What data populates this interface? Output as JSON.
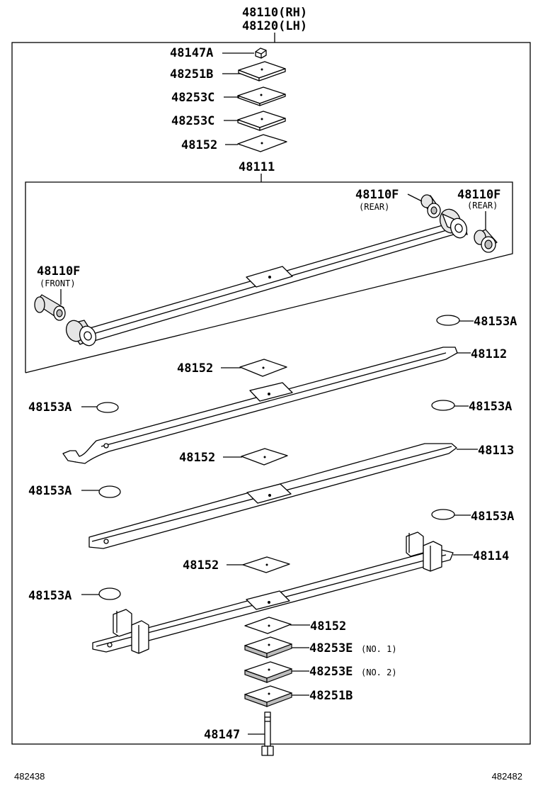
{
  "header": {
    "part_rh": "48110(RH)",
    "part_lh": "48120(LH)"
  },
  "labels": {
    "l48147A": "48147A",
    "l48251B_top": "48251B",
    "l48253C_1": "48253C",
    "l48253C_2": "48253C",
    "l48152_top": "48152",
    "l48111": "48111",
    "l48110F_rear1": "48110F",
    "l48110F_rear1_sub": "(REAR)",
    "l48110F_rear2": "48110F",
    "l48110F_rear2_sub": "(REAR)",
    "l48110F_front": "48110F",
    "l48110F_front_sub": "(FRONT)",
    "l48153A_r1": "48153A",
    "l48112": "48112",
    "l48152_2": "48152",
    "l48153A_l1": "48153A",
    "l48153A_r2": "48153A",
    "l48152_3": "48152",
    "l48113": "48113",
    "l48153A_l2": "48153A",
    "l48153A_r3": "48153A",
    "l48114": "48114",
    "l48152_4": "48152",
    "l48153A_l3": "48153A",
    "l48152_5": "48152",
    "l48253E_1": "48253E",
    "l48253E_1_sub": "(NO. 1)",
    "l48253E_2": "48253E",
    "l48253E_2_sub": "(NO. 2)",
    "l48251B_bot": "48251B",
    "l48147": "48147"
  },
  "footer": {
    "left_code": "482438",
    "right_code": "482482"
  }
}
